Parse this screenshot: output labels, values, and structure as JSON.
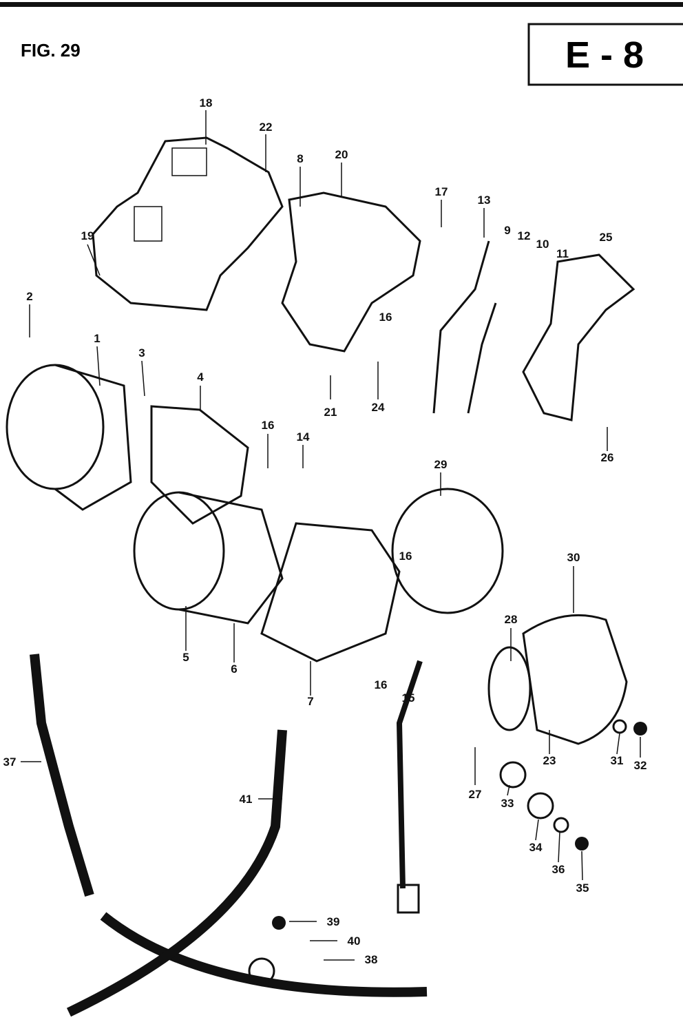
{
  "header": {
    "figure": "FIG. 29",
    "section": "E - 8"
  },
  "labels": [
    "18",
    "22",
    "8",
    "20",
    "17",
    "13",
    "9",
    "12",
    "10",
    "11",
    "25",
    "19",
    "2",
    "1",
    "3",
    "4",
    "16",
    "21",
    "24",
    "16",
    "14",
    "26",
    "29",
    "16",
    "30",
    "28",
    "5",
    "6",
    "7",
    "16",
    "15",
    "23",
    "31",
    "32",
    "27",
    "33",
    "34",
    "36",
    "35",
    "37",
    "41",
    "39",
    "40",
    "38"
  ]
}
